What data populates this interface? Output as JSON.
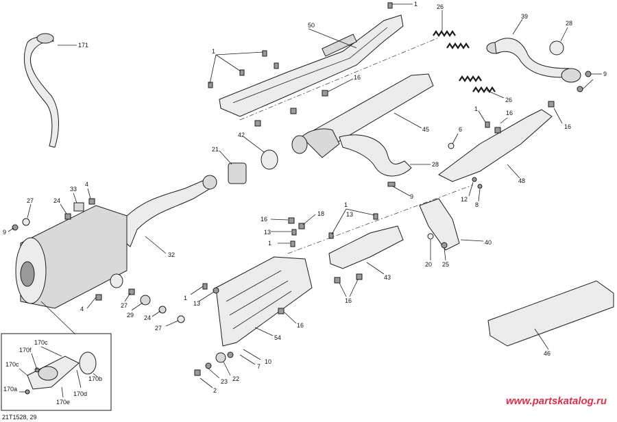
{
  "diagram": {
    "callouts": [
      {
        "id": "c1a",
        "text": "1"
      },
      {
        "id": "c1b",
        "text": "1"
      },
      {
        "id": "c1c",
        "text": "1"
      },
      {
        "id": "c1d",
        "text": "1"
      },
      {
        "id": "c1e",
        "text": "1"
      },
      {
        "id": "c1f",
        "text": "1"
      },
      {
        "id": "c2",
        "text": "2"
      },
      {
        "id": "c4a",
        "text": "4"
      },
      {
        "id": "c4b",
        "text": "4"
      },
      {
        "id": "c6",
        "text": "6"
      },
      {
        "id": "c7",
        "text": "7"
      },
      {
        "id": "c8",
        "text": "8"
      },
      {
        "id": "c9a",
        "text": "9"
      },
      {
        "id": "c9b",
        "text": "9"
      },
      {
        "id": "c9c",
        "text": "9"
      },
      {
        "id": "c10",
        "text": "10"
      },
      {
        "id": "c12",
        "text": "12"
      },
      {
        "id": "c13a",
        "text": "13"
      },
      {
        "id": "c13b",
        "text": "13"
      },
      {
        "id": "c13c",
        "text": "13"
      },
      {
        "id": "c16a",
        "text": "16"
      },
      {
        "id": "c16b",
        "text": "16"
      },
      {
        "id": "c16c",
        "text": "16"
      },
      {
        "id": "c16d",
        "text": "16"
      },
      {
        "id": "c16e",
        "text": "16"
      },
      {
        "id": "c16f",
        "text": "16"
      },
      {
        "id": "c18",
        "text": "18"
      },
      {
        "id": "c20",
        "text": "20"
      },
      {
        "id": "c21",
        "text": "21"
      },
      {
        "id": "c22",
        "text": "22"
      },
      {
        "id": "c23",
        "text": "23"
      },
      {
        "id": "c24a",
        "text": "24"
      },
      {
        "id": "c24b",
        "text": "24"
      },
      {
        "id": "c25",
        "text": "25"
      },
      {
        "id": "c26a",
        "text": "26"
      },
      {
        "id": "c26b",
        "text": "26"
      },
      {
        "id": "c27a",
        "text": "27"
      },
      {
        "id": "c27b",
        "text": "27"
      },
      {
        "id": "c27c",
        "text": "27"
      },
      {
        "id": "c28a",
        "text": "28"
      },
      {
        "id": "c28b",
        "text": "28"
      },
      {
        "id": "c29",
        "text": "29"
      },
      {
        "id": "c32",
        "text": "32"
      },
      {
        "id": "c33",
        "text": "33"
      },
      {
        "id": "c39",
        "text": "39"
      },
      {
        "id": "c40",
        "text": "40"
      },
      {
        "id": "c42",
        "text": "42"
      },
      {
        "id": "c43",
        "text": "43"
      },
      {
        "id": "c45",
        "text": "45"
      },
      {
        "id": "c46",
        "text": "46"
      },
      {
        "id": "c48",
        "text": "48"
      },
      {
        "id": "c50",
        "text": "50"
      },
      {
        "id": "c54",
        "text": "54"
      },
      {
        "id": "c171",
        "text": "171"
      },
      {
        "id": "c170a",
        "text": "170a"
      },
      {
        "id": "c170b",
        "text": "170b"
      },
      {
        "id": "c170c1",
        "text": "170c"
      },
      {
        "id": "c170c2",
        "text": "170c"
      },
      {
        "id": "c170d",
        "text": "170d"
      },
      {
        "id": "c170e",
        "text": "170e"
      },
      {
        "id": "c170f",
        "text": "170f"
      }
    ],
    "watermark": "www.partskatalog.ru",
    "drawing_id": "21T1528, 29"
  }
}
